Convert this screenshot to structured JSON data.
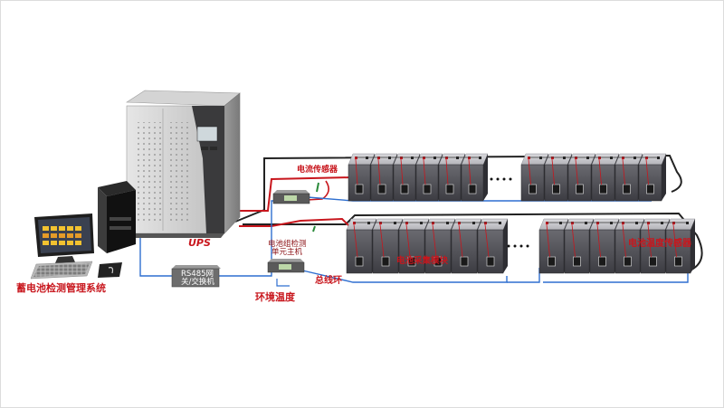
{
  "labels": {
    "system": "蓄电池检测管理系统",
    "ups": "UPS",
    "gateway_line1": "RS485网",
    "gateway_line2": "关/交换机",
    "current_sensor": "电流传感器",
    "host_line1": "电池组检测",
    "host_line2": "单元主机",
    "env_temp": "环境温度",
    "bus_cable": "总线环",
    "collector": "电池采集模块",
    "temp_sensor": "电池温度传感器"
  },
  "icons": {
    "ellipsis": "battery-continuation-dots-icon"
  },
  "colors": {
    "power_line": "#c8161d",
    "signal_line": "#2f6fd0",
    "black_line": "#222222",
    "label_red": "#c8161d",
    "battery_body": "#5e5e64",
    "battery_top": "#c4c4c8"
  }
}
